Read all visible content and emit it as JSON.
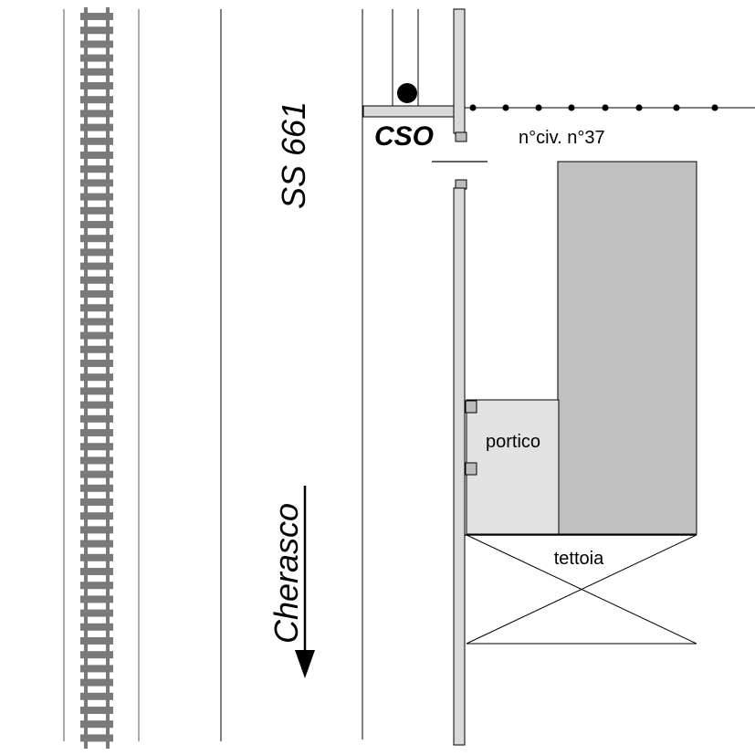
{
  "labels": {
    "road": "SS 661",
    "direction": "Cherasco",
    "cso": "CSO",
    "civic": "n°civ. n°37",
    "portico": "portico",
    "canopy": "tettoia"
  },
  "colors": {
    "rail": "#7a7a7a",
    "building": "#c0c0c0",
    "portico_fill": "#e2e2e2",
    "pillar": "#bdbdbd",
    "wall_fill": "#d9d9d9",
    "line": "#000000"
  }
}
